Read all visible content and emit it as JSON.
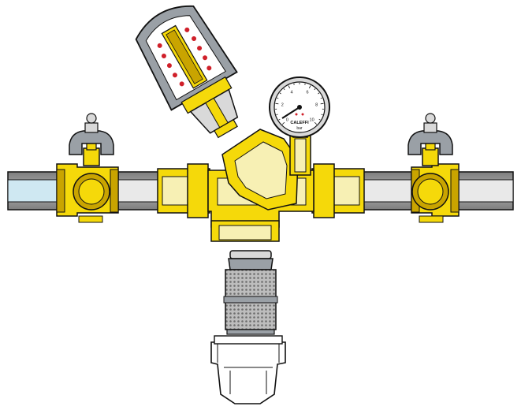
{
  "gauge": {
    "scale": [
      "0",
      "2",
      "4",
      "6",
      "8",
      "10"
    ],
    "brand": "CALEFFI",
    "unit": "bar"
  },
  "colors": {
    "brass": "#f5d90a",
    "brass_dark": "#c9a400",
    "cream": "#f7f0b4",
    "pipe_grey": "#8c8c8c",
    "pipe_light": "#d9d9d9",
    "pipe_water": "#cfe8f2",
    "cap_grey": "#9aa0a6",
    "spring_red": "#d0202a",
    "outline": "#111111"
  }
}
